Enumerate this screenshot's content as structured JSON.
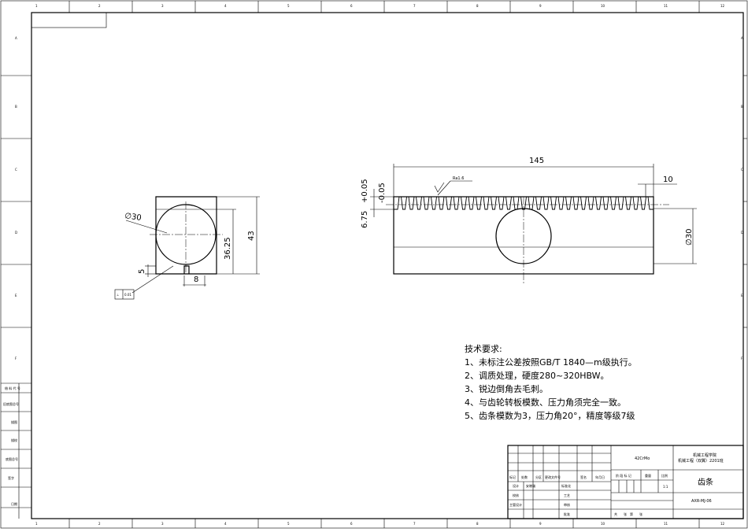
{
  "border": {
    "col_numbers": [
      "1",
      "2",
      "3",
      "4",
      "5",
      "6",
      "7",
      "8",
      "9",
      "10",
      "11",
      "12"
    ],
    "row_letters": [
      "A",
      "B",
      "C",
      "D",
      "E",
      "F"
    ]
  },
  "left_strip": [
    "借 料 代 号",
    "旧底图总号",
    "描图",
    "描校",
    "底图总号",
    "签字",
    "日期"
  ],
  "end_view": {
    "diameter": "∅30",
    "height_center": "36.25",
    "height_total": "43",
    "key_height": "5",
    "key_width": "8",
    "tolerance_frame": [
      "⊥",
      "0.01"
    ]
  },
  "front_view": {
    "length": "145",
    "tooth_offset": "10",
    "diameter": "∅30",
    "addendum": "6.75",
    "tol_upper": "+0.05",
    "tol_lower": "-0.05",
    "roughness": "Ra1.6"
  },
  "tech_requirements": {
    "title": "技术要求:",
    "items": [
      "1、未标注公差按照GB/T 1840—m级执行。",
      "2、调质处理，硬度280~320HBW。",
      "3、锐边倒角去毛刺。",
      "4、与齿轮转板模数、压力角须完全一致。",
      "5、齿条模数为3，压力角20°，精度等级7级"
    ]
  },
  "title_block": {
    "material": "42CrMo",
    "school_line1": "机械工程学院",
    "school_line2": "机械工程（双翼）2201班",
    "part_name": "齿条",
    "drawing_no": "AXR-MJ-06",
    "headers": [
      "标记",
      "处数",
      "分区",
      "更改文件号",
      "签名",
      "年月日"
    ],
    "stage_label": "阶 段 标 记",
    "weight_label": "重量",
    "scale_label": "比例",
    "scale": "1:1",
    "rows": [
      {
        "role": "设计",
        "name": "安晓瑞",
        "col": "标准化"
      },
      {
        "role": "校核",
        "name": "",
        "col": "工艺"
      },
      {
        "role": "主管设计",
        "name": "",
        "col": "审核"
      },
      {
        "role": "",
        "name": "",
        "col": "批准"
      }
    ],
    "sheet_text": "共　　张　第　　张"
  }
}
